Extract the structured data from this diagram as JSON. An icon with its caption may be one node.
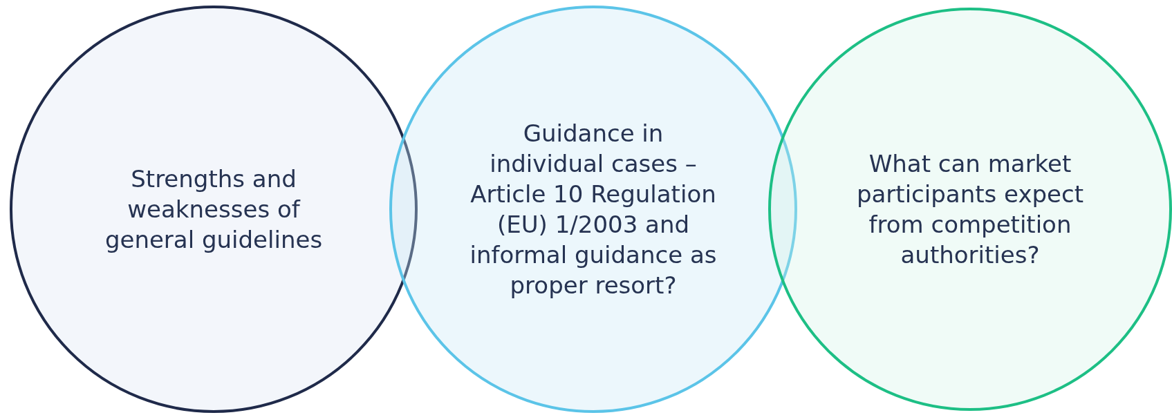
{
  "diagram": {
    "nodes": [
      {
        "text": [
          "Strengths and weaknesses of general guidelines"
        ]
      },
      {
        "text": [
          "Guidance in individual cases – Article 10 Regulation (EU) 1/2003 and informal guidance as proper resort?"
        ]
      },
      {
        "text": [
          "What can market participants expect from competition authorities?"
        ]
      }
    ]
  }
}
